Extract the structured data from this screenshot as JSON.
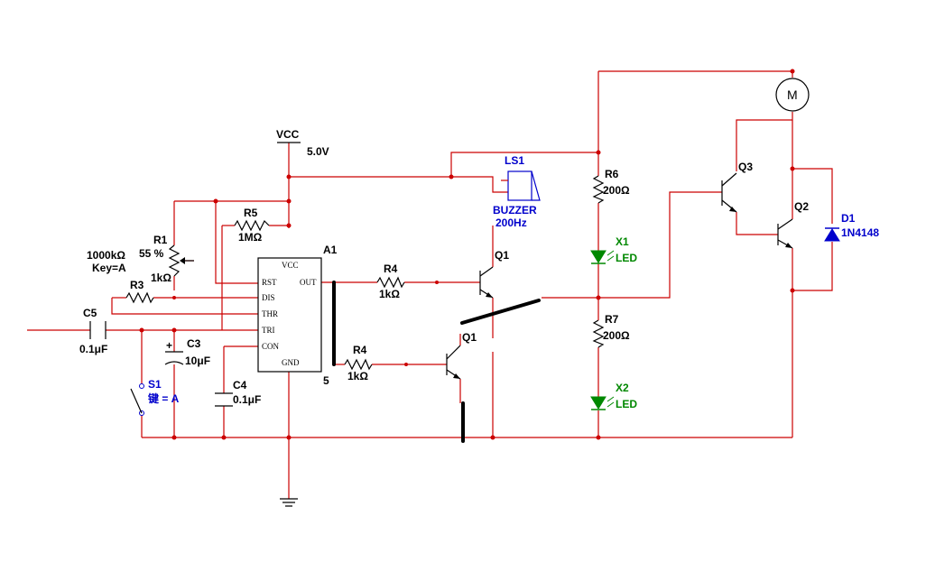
{
  "vcc": {
    "name": "VCC",
    "value": "5.0V"
  },
  "timer": {
    "ref": "A1",
    "pins": {
      "vcc": "VCC",
      "rst": "RST",
      "out": "OUT",
      "dis": "DIS",
      "thr": "THR",
      "tri": "TRI",
      "con": "CON",
      "gnd": "GND"
    },
    "variant": "5"
  },
  "r1": {
    "ref": "R1",
    "pct": "55 %",
    "total": "1000kΩ",
    "key": "Key=A",
    "value": "1kΩ"
  },
  "r3": {
    "ref": "R3"
  },
  "r5": {
    "ref": "R5",
    "value": "1MΩ"
  },
  "r4a": {
    "ref": "R4",
    "value": "1kΩ"
  },
  "r4b": {
    "ref": "R4",
    "value": "1kΩ"
  },
  "r6": {
    "ref": "R6",
    "value": "200Ω"
  },
  "r7": {
    "ref": "R7",
    "value": "200Ω"
  },
  "c3": {
    "ref": "C3",
    "value": "10μF",
    "polarity": "+"
  },
  "c4": {
    "ref": "C4",
    "value": "0.1μF"
  },
  "c5": {
    "ref": "C5",
    "value": "0.1μF"
  },
  "s1": {
    "ref": "S1",
    "key": "键 = A"
  },
  "ls1": {
    "ref": "LS1",
    "type": "BUZZER",
    "freq": "200Hz"
  },
  "q1a": {
    "ref": "Q1"
  },
  "q1b": {
    "ref": "Q1"
  },
  "q2": {
    "ref": "Q2"
  },
  "q3": {
    "ref": "Q3"
  },
  "x1": {
    "ref": "X1",
    "type": "LED"
  },
  "x2": {
    "ref": "X2",
    "type": "LED"
  },
  "d1": {
    "ref": "D1",
    "type": "1N4148"
  },
  "motor": {
    "symbol": "M"
  },
  "colors": {
    "wire": "#cc0000",
    "label_blue": "#0000cc",
    "label_green": "#008800",
    "part": "#000000"
  }
}
